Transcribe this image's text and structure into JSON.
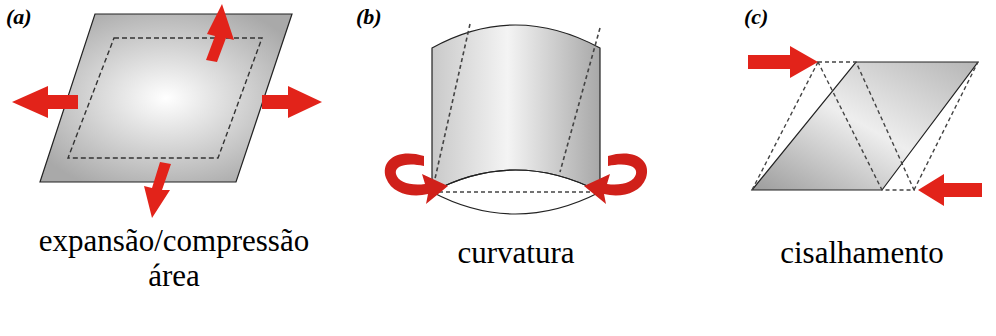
{
  "diagram": {
    "labels": [
      "(a)",
      "(b)",
      "(c)",
      "expansão/compressão área",
      "curvatura",
      "cisalhamento"
    ]
  }
}
